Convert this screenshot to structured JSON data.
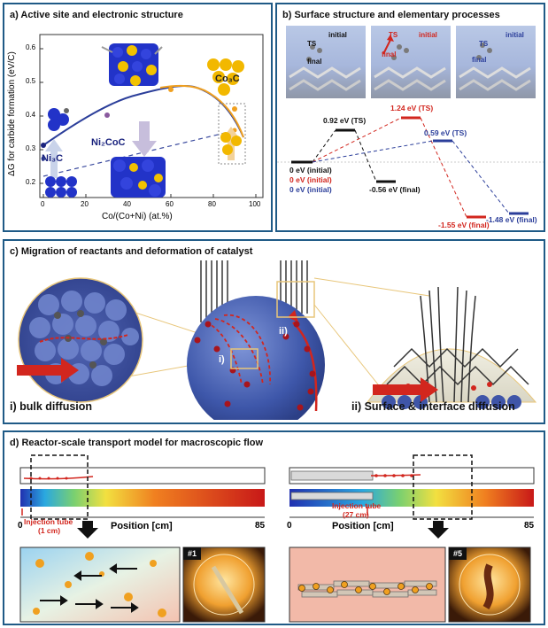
{
  "panel_a": {
    "title": "a) Active site and electronic structure",
    "y_axis_label": "ΔG for carbide formation (eV/C)",
    "x_axis_label": "Co/(Co+Ni) (at.%)",
    "x_ticks": [
      "0",
      "20",
      "40",
      "60",
      "80",
      "100"
    ],
    "y_ticks": [
      "0.2",
      "0.3",
      "0.4",
      "0.5",
      "0.6"
    ],
    "labels": {
      "ni3c": "Ni₃C",
      "ni2coc": "Ni₂CoC",
      "co3c": "Co₃C"
    }
  },
  "panel_b": {
    "title": "b) Surface structure and elementary processes",
    "image_labels": {
      "ts": "TS",
      "initial": "initial",
      "final": "final"
    },
    "energy_labels": {
      "init_black": "0 eV (initial)",
      "init_red": "0 eV (initial)",
      "init_blue": "0 eV (initial)",
      "ts_black": "0.92 eV (TS)",
      "ts_red": "1.24 eV (TS)",
      "ts_blue": "0.59 eV (TS)",
      "final_black": "-0.56 eV (final)",
      "final_red": "-1.55 eV (final)",
      "final_blue": "-1.48 eV (final)"
    }
  },
  "panel_c": {
    "title": "c) Migration of reactants and deformation of catalyst",
    "marker_i": "i)",
    "marker_ii": "ii)",
    "caption_left": "i) bulk diffusion",
    "caption_right": "ii) Surface & interface diffusion"
  },
  "panel_d": {
    "title": "d) Reactor-scale transport model for macroscopic flow",
    "left": {
      "axis_start": "0",
      "axis_end": "85",
      "axis_title": "Position [cm]",
      "injection_label": "Injection tube",
      "injection_value": "(1 cm)",
      "photo_tag": "#1"
    },
    "right": {
      "axis_start": "0",
      "axis_end": "85",
      "axis_title": "Position [cm]",
      "injection_label": "Injection tube",
      "injection_value": "(27 cm)",
      "photo_tag": "#5"
    }
  },
  "colors": {
    "frame": "#1f5a86",
    "red": "#d2261e",
    "blue": "#2b3e9a",
    "black": "#111111",
    "accent_orange": "#f0a020"
  }
}
